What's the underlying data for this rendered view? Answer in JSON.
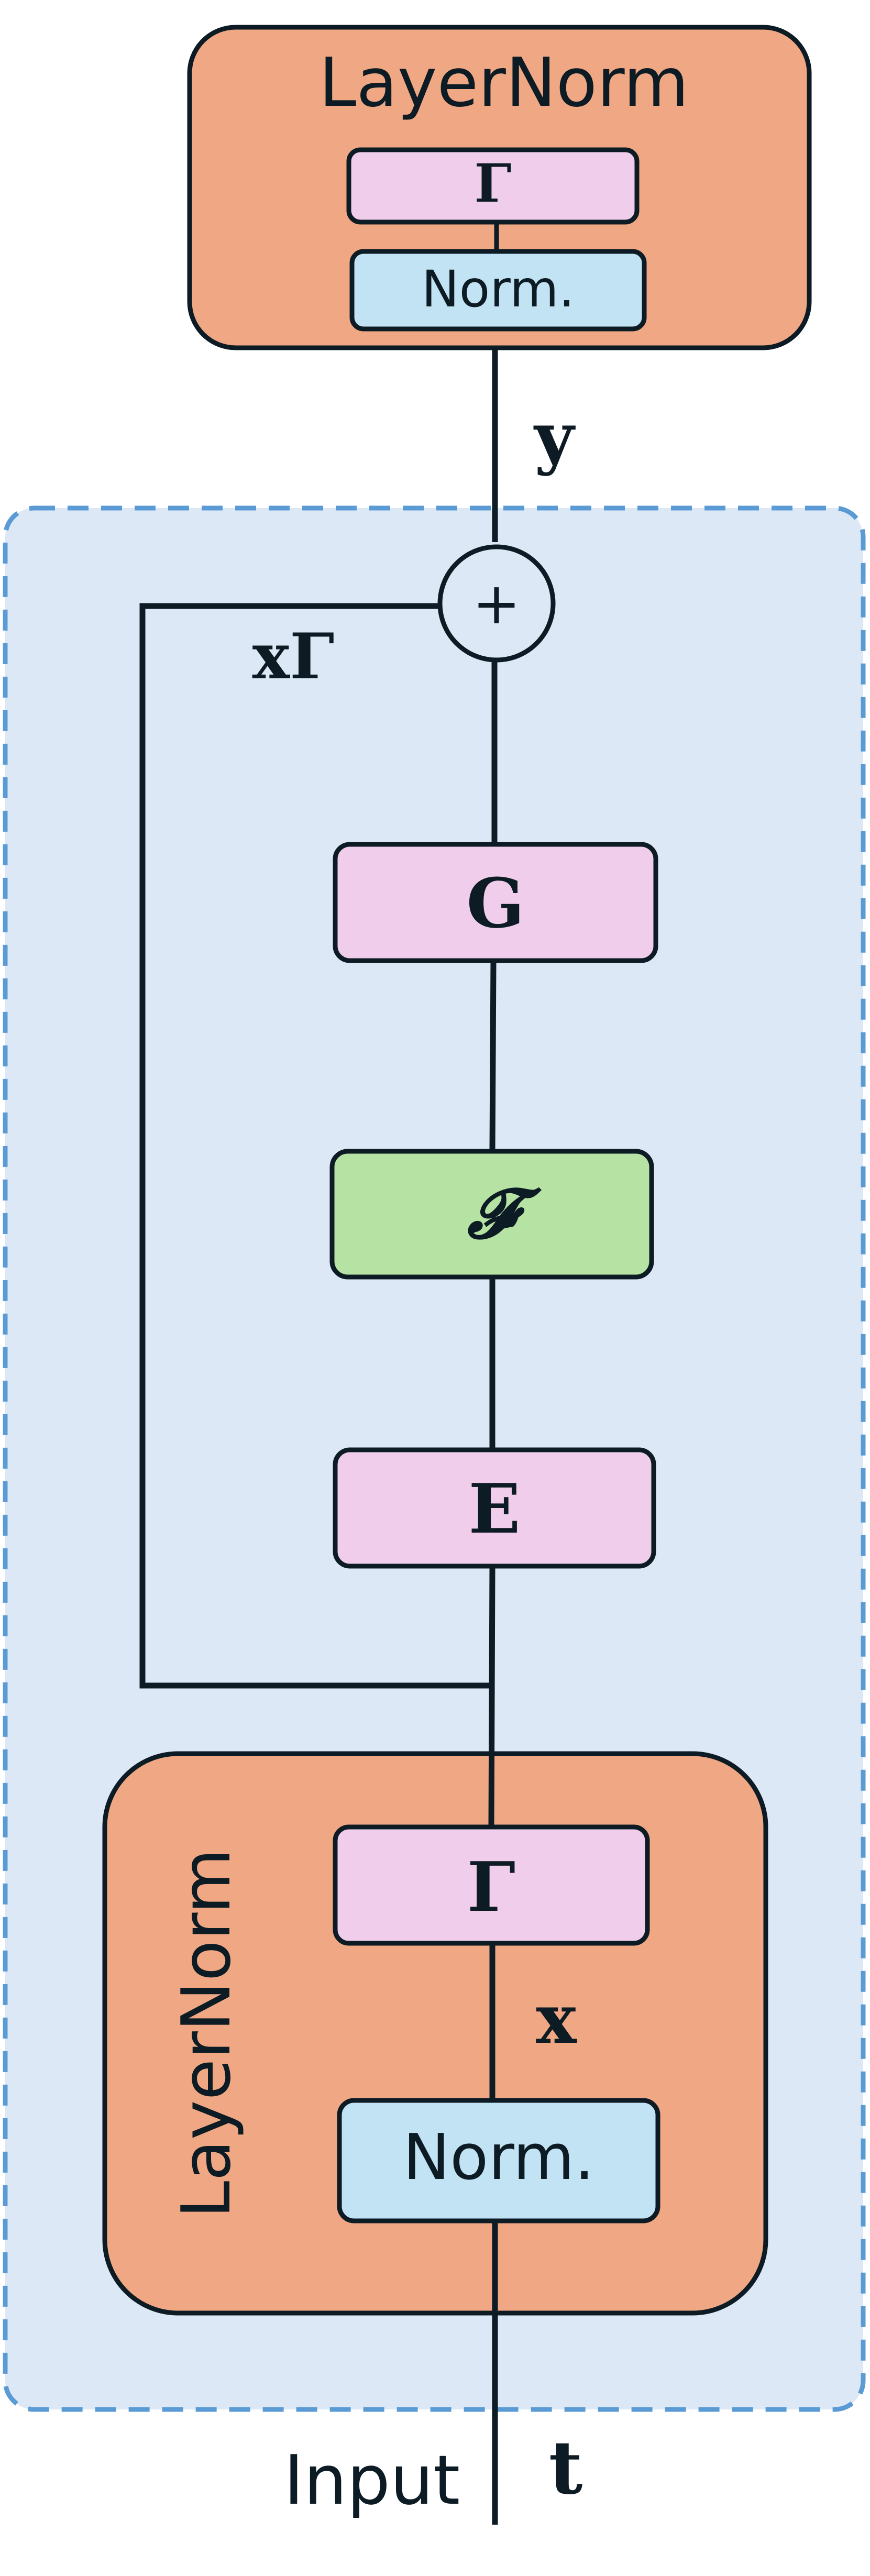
{
  "top_layernorm": {
    "title": "LayerNorm",
    "gamma_label": "Γ",
    "norm_label": "Norm."
  },
  "bottom_layernorm": {
    "title": "LayerNorm",
    "gamma_label": "Γ",
    "norm_label": "Norm."
  },
  "blocks": {
    "g_label": "G",
    "f_label": "𝓕",
    "e_label": "E"
  },
  "adder": {
    "symbol": "+"
  },
  "labels": {
    "y": "y",
    "x_gamma": "xΓ",
    "x": "x",
    "t": "t",
    "input": "Input"
  },
  "colors": {
    "layernorm_fill": "#f0a884",
    "gamma_fill": "#f0cdea",
    "norm_fill": "#c2e3f3",
    "f_fill": "#b6e3a4",
    "panel_fill": "#dce8f6",
    "panel_border": "#5b9bd5",
    "stroke": "#0d1b24"
  }
}
